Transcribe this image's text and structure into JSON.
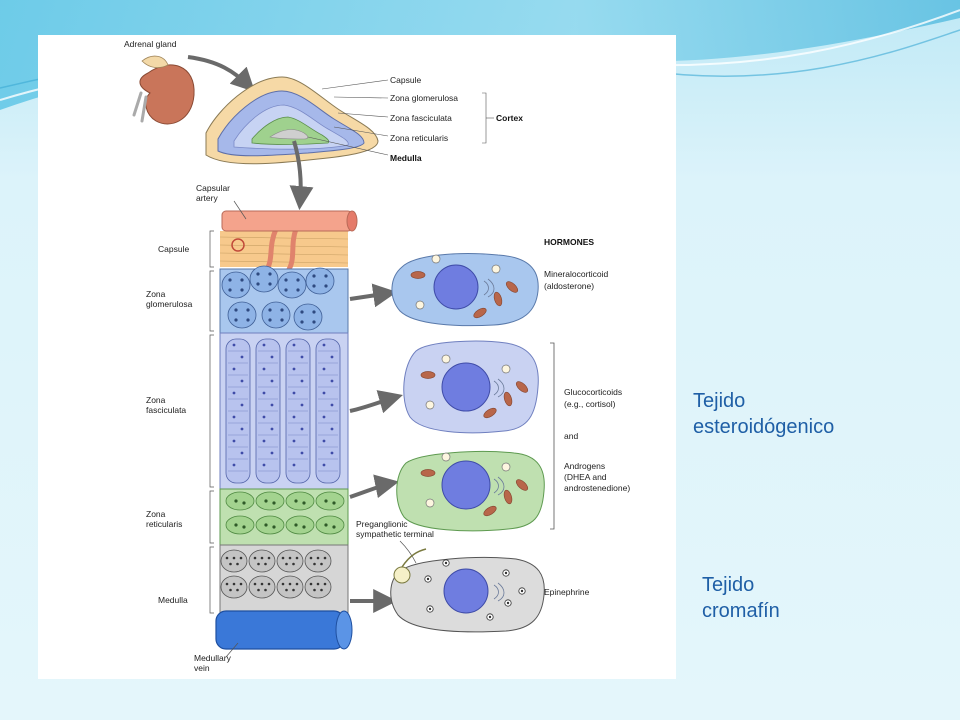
{
  "colors": {
    "slide_background": "#d7f1f9",
    "slide_text": "#1f5fa6",
    "capsule": "#f7c98c",
    "artery": "#f4a38c",
    "glomerulosa": "#a9c7ee",
    "fasciculata": "#c9d2f2",
    "reticularis": "#bfe0b0",
    "medulla": "#d6d6d6",
    "vein": "#3a78d8",
    "nucleus": "#6f7de0"
  },
  "diagram": {
    "overview": {
      "adrenal_gland": "Adrenal gland",
      "capsule": "Capsule",
      "zona_glomerulosa": "Zona glomerulosa",
      "zona_fasciculata": "Zona fasciculata",
      "zona_reticularis": "Zona reticularis",
      "cortex": "Cortex",
      "medulla": "Medulla"
    },
    "column": {
      "capsular_artery": [
        "Capsular",
        "artery"
      ],
      "capsule": "Capsule",
      "zona_glomerulosa": [
        "Zona",
        "glomerulosa"
      ],
      "zona_fasciculata": [
        "Zona",
        "fasciculata"
      ],
      "zona_reticularis": [
        "Zona",
        "reticularis"
      ],
      "medulla": "Medulla",
      "medullary_vein": [
        "Medullary",
        "vein"
      ],
      "preganglionic": [
        "Preganglionic",
        "sympathetic terminal"
      ]
    },
    "hormones": {
      "heading": "HORMONES",
      "mineralocorticoid": [
        "Mineralocorticoid",
        "(aldosterone)"
      ],
      "glucocorticoids": [
        "Glucocorticoids",
        "(e.g., cortisol)"
      ],
      "and": "and",
      "androgens": [
        "Androgens",
        "(DHEA and",
        "androstenedione)"
      ],
      "epinephrine": "Epinephrine"
    }
  },
  "slide": {
    "tejido_esteroidogenico": [
      "Tejido",
      "esteroidógenico"
    ],
    "tejido_cromafin": [
      "Tejido",
      "cromafín"
    ]
  }
}
